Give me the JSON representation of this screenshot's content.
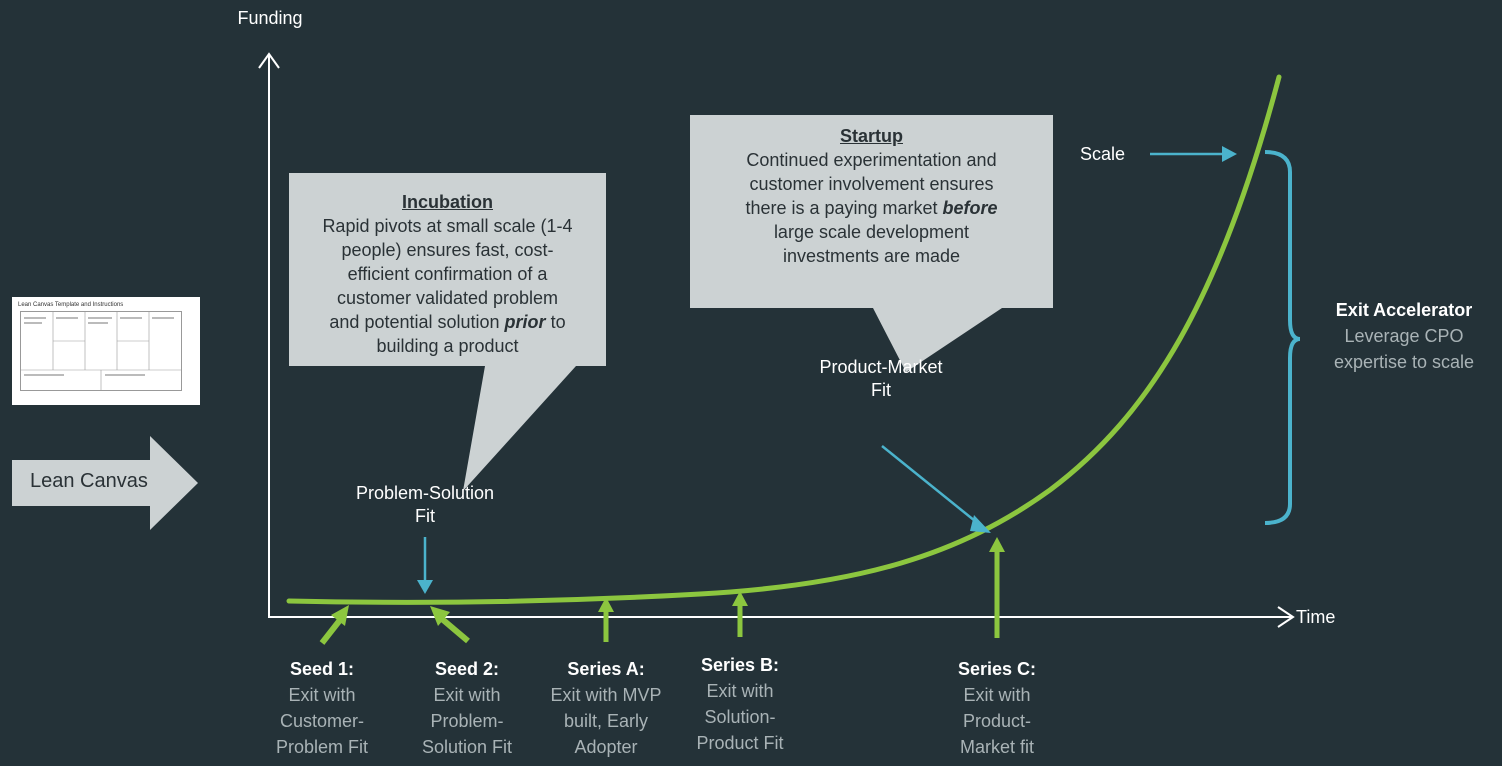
{
  "axes": {
    "y_label": "Funding",
    "x_label": "Time"
  },
  "lean_canvas": {
    "thumbnail_title": "Lean Canvas Template and Instructions",
    "label": "Lean Canvas"
  },
  "incubation": {
    "heading": "Incubation",
    "line1": "Rapid pivots at small scale (1-4",
    "line2": "people) ensures fast, cost-",
    "line3": "efficient confirmation of a",
    "line4": "customer validated problem",
    "line5a": "and potential solution ",
    "line5b": "prior",
    "line5c": " to",
    "line6": "building a product"
  },
  "startup": {
    "heading": "Startup",
    "line1": "Continued experimentation and",
    "line2": "customer involvement ensures",
    "line3a": "there is a paying  market ",
    "line3b": "before",
    "line4": "large scale development",
    "line5": "investments are made"
  },
  "milestones": {
    "problem_solution": {
      "line1": "Problem-Solution",
      "line2": "Fit"
    },
    "product_market": {
      "line1": "Product-Market",
      "line2": "Fit"
    },
    "scale": "Scale"
  },
  "exit_accelerator": {
    "title": "Exit Accelerator",
    "line1": "Leverage CPO",
    "line2": "expertise to scale"
  },
  "stages": [
    {
      "title": "Seed 1:",
      "lines": [
        "Exit with",
        "Customer-",
        "Problem Fit"
      ]
    },
    {
      "title": "Seed 2:",
      "lines": [
        "Exit with",
        "Problem-",
        "Solution Fit"
      ]
    },
    {
      "title": "Series A:",
      "lines": [
        "Exit with MVP",
        "built, Early",
        "Adopter"
      ]
    },
    {
      "title": "Series B:",
      "lines": [
        "Exit with",
        "Solution-",
        "Product Fit"
      ]
    },
    {
      "title": "Series C:",
      "lines": [
        "Exit with",
        "Product-",
        "Market fit"
      ]
    }
  ],
  "colors": {
    "background": "#243238",
    "curve": "#8cc63f",
    "accent_blue": "#4bb3cc",
    "callout_fill": "#ccd2d3",
    "muted_text": "#a9b3b6"
  }
}
